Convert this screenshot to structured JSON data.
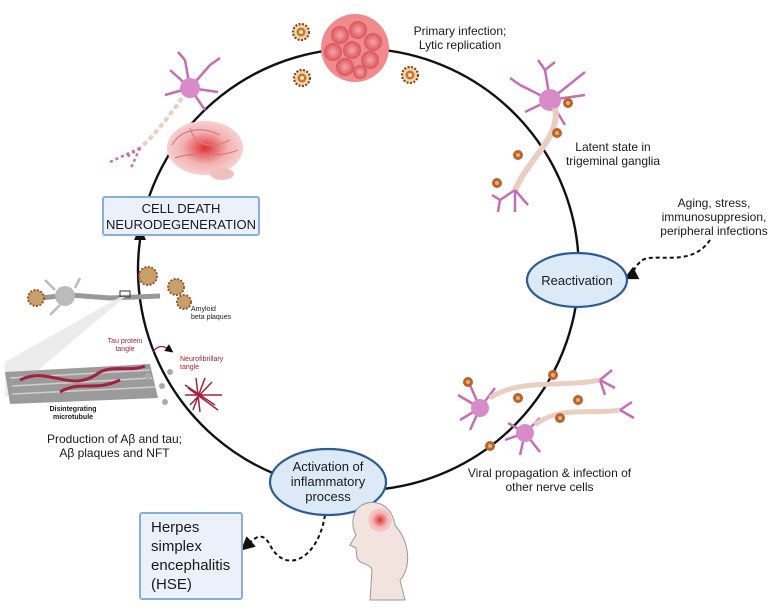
{
  "nodes": {
    "primary_infection": "Primary infection;\nLytic replication",
    "latent_state": "Latent state in\ntrigeminal ganglia",
    "triggers": "Aging, stress,\nimmunosuppresion,\nperipheral infections",
    "reactivation": "Reactivation",
    "viral_propagation": "Viral propagation & infection of\nother nerve cells",
    "activation": "Activation of\ninflammatory\nprocess",
    "production": "Production of Aβ and tau;\nAβ plaques and NFT",
    "cell_death": "CELL DEATH\nNEURODEGENERATION",
    "hse": "Herpes\nsimplex\nencephalitis\n(HSE)"
  },
  "inset_labels": {
    "amyloid": "Amyloid\nbeta plaques",
    "tau": "Tau protein\ntangle",
    "nft": "Neurofibrillary\ntangle",
    "microtubule": "Disintegrating\nmicrotubule"
  },
  "colors": {
    "node_fill": "#dce9f7",
    "node_stroke": "#2d5c93",
    "box_fill": "#eaf1fa",
    "box_stroke": "#8aaed6",
    "neuron": "#c46fb5",
    "virus": "#a0522d",
    "tau_red": "#a3213f",
    "cycle_line": "#111111"
  },
  "icons": [
    "neuron-icon",
    "virus-icon",
    "brain-icon",
    "head-silhouette-icon",
    "microtubule-icon"
  ]
}
